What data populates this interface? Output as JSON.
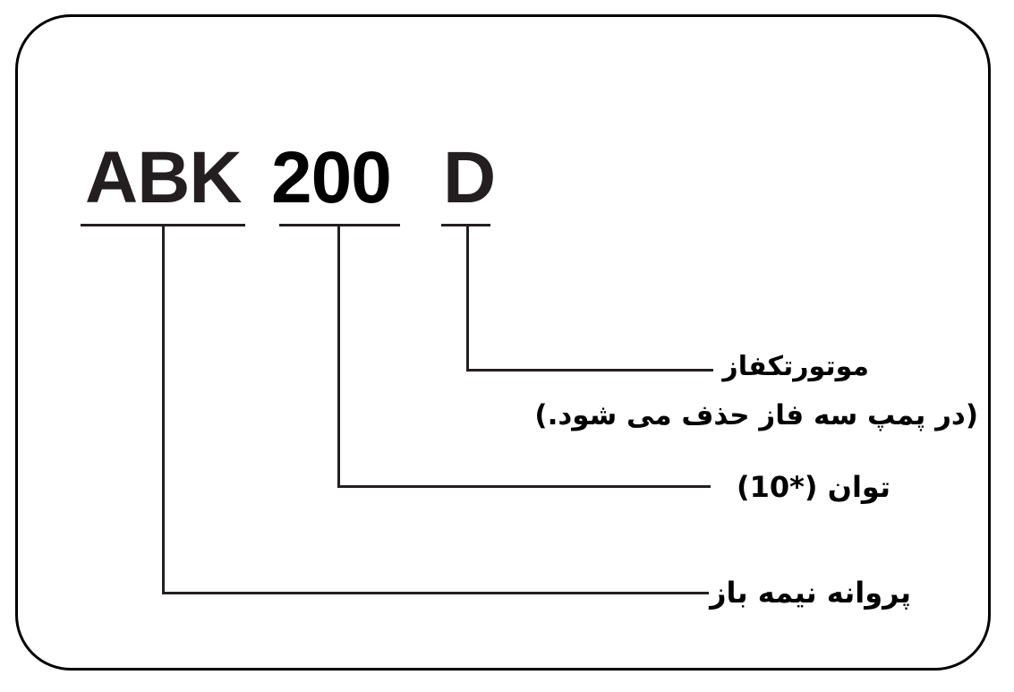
{
  "diagram": {
    "type": "model-code-breakdown",
    "code": {
      "parts": [
        {
          "id": "series",
          "text": "ABK"
        },
        {
          "id": "power",
          "text": "200"
        },
        {
          "id": "phase",
          "text": "D"
        }
      ]
    },
    "labels": {
      "phase": {
        "line1": "موتورتکفاز",
        "line2": "(در پمپ سه فاز حذف می شود.)"
      },
      "power": {
        "text": "توان (*10)"
      },
      "series": {
        "text": "پروانه نیمه باز"
      }
    },
    "colors": {
      "text": "#231f20",
      "lines": "#231f20",
      "frame": "#000000",
      "background": "#ffffff"
    }
  }
}
